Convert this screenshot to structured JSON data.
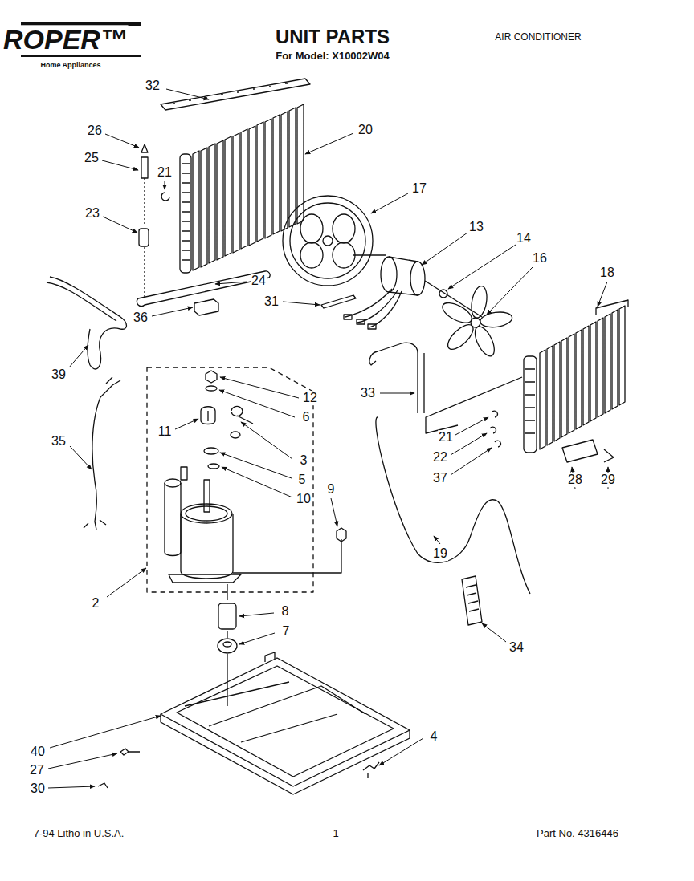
{
  "diagram": {
    "title": "UNIT PARTS",
    "labels": [
      "ROPER™",
      "Home Appliances",
      "For Model: X10002W04",
      "AIR CONDITIONER",
      "32",
      "26",
      "20",
      "25",
      "21",
      "17",
      "13",
      "14",
      "16",
      "23",
      "18",
      "24",
      "31",
      "36",
      "39",
      "12",
      "6",
      "11",
      "3",
      "33",
      "5",
      "10",
      "35",
      "21",
      "22",
      "37",
      "9",
      "28",
      "29",
      "19",
      "2",
      "8",
      "7",
      "34",
      "40",
      "27",
      "4",
      "30",
      "7-94 Litho in U.S.A.",
      "1",
      "Part No. 4316446"
    ]
  }
}
